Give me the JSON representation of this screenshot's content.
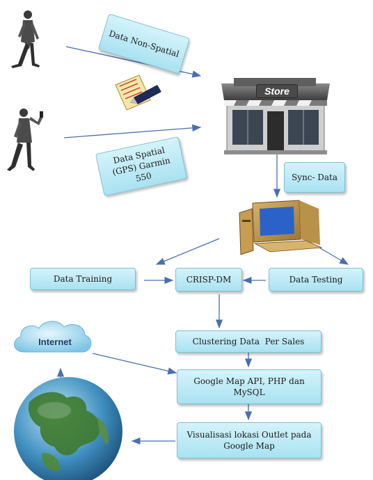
{
  "diagram": {
    "nodes": {
      "data_non_spatial": "Data Non-Spatial",
      "data_spatial": "Data Spatial (GPS) Garmin 550",
      "store_sign": "Store",
      "sync_data": "Sync- Data",
      "data_training": "Data Training",
      "crisp_dm": "CRISP-DM",
      "data_testing": "Data Testing",
      "clustering": "Clustering Data  Per Sales",
      "google_map_api": "Google Map API, PHP dan MySQL",
      "visualisasi": "Visualisasi lokasi Outlet pada Google Map",
      "internet": "Internet"
    },
    "icons": [
      "walking-person-icon",
      "phone-person-icon",
      "document-pen-icon",
      "store-building-icon",
      "computer-icon",
      "cloud-icon",
      "globe-icon"
    ],
    "colors": {
      "box_fill": "#bfeaf6",
      "box_border": "#7fbfd2",
      "arrow": "#4a6fae"
    }
  }
}
